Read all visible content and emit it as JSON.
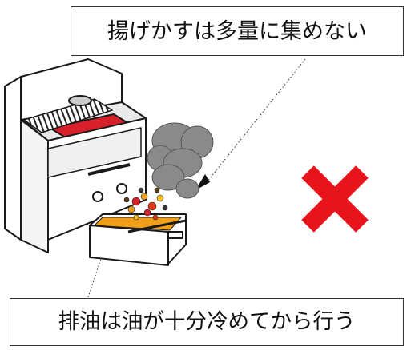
{
  "callouts": {
    "top": "揚げかすは多量に集めない",
    "bottom": "排油は油が十分冷めてから行う"
  },
  "icons": {
    "fryer": "deep-fryer-illustration",
    "smoke": "smoke-cloud-icon",
    "crumbs": "fry-crumbs-icon",
    "cross": "red-x-mark-icon"
  },
  "colors": {
    "cross": "#e8141b",
    "oil": "#f2a01a",
    "heating_plate": "#d8202a",
    "smoke": "#8a8a8a",
    "outline": "#1a1a1a"
  }
}
